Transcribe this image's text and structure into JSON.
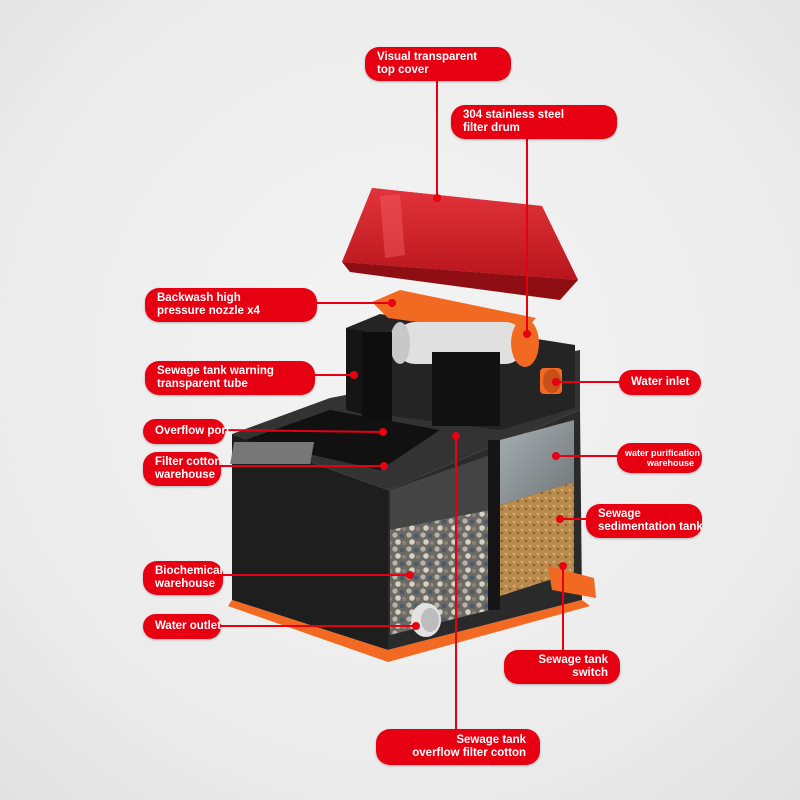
{
  "colors": {
    "label_bg": "#e60012",
    "label_text": "#ffffff",
    "leader": "#e60012",
    "body": "#1b1b1b",
    "accent_orange": "#f26a21",
    "cover_red": "#d81a22"
  },
  "labels": {
    "top_cover": [
      "Visual transparent",
      "top cover"
    ],
    "filter_drum": [
      "304 stainless steel",
      "filter drum"
    ],
    "backwash_nozzle": [
      "Backwash high",
      "pressure nozzle x4"
    ],
    "warning_tube": [
      "Sewage tank warning",
      "transparent tube"
    ],
    "water_inlet": [
      "Water inlet"
    ],
    "overflow_port": [
      "Overflow port"
    ],
    "filter_cotton": [
      "Filter cotton",
      "warehouse"
    ],
    "water_purification": [
      "water purification",
      "warehouse"
    ],
    "sedimentation_tank": [
      "Sewage",
      "sedimentation tank"
    ],
    "biochemical": [
      "Biochemical",
      "warehouse"
    ],
    "water_outlet": [
      "Water outlet"
    ],
    "tank_switch": [
      "Sewage tank",
      "switch"
    ],
    "overflow_cotton": [
      "Sewage tank",
      "overflow filter cotton"
    ]
  }
}
